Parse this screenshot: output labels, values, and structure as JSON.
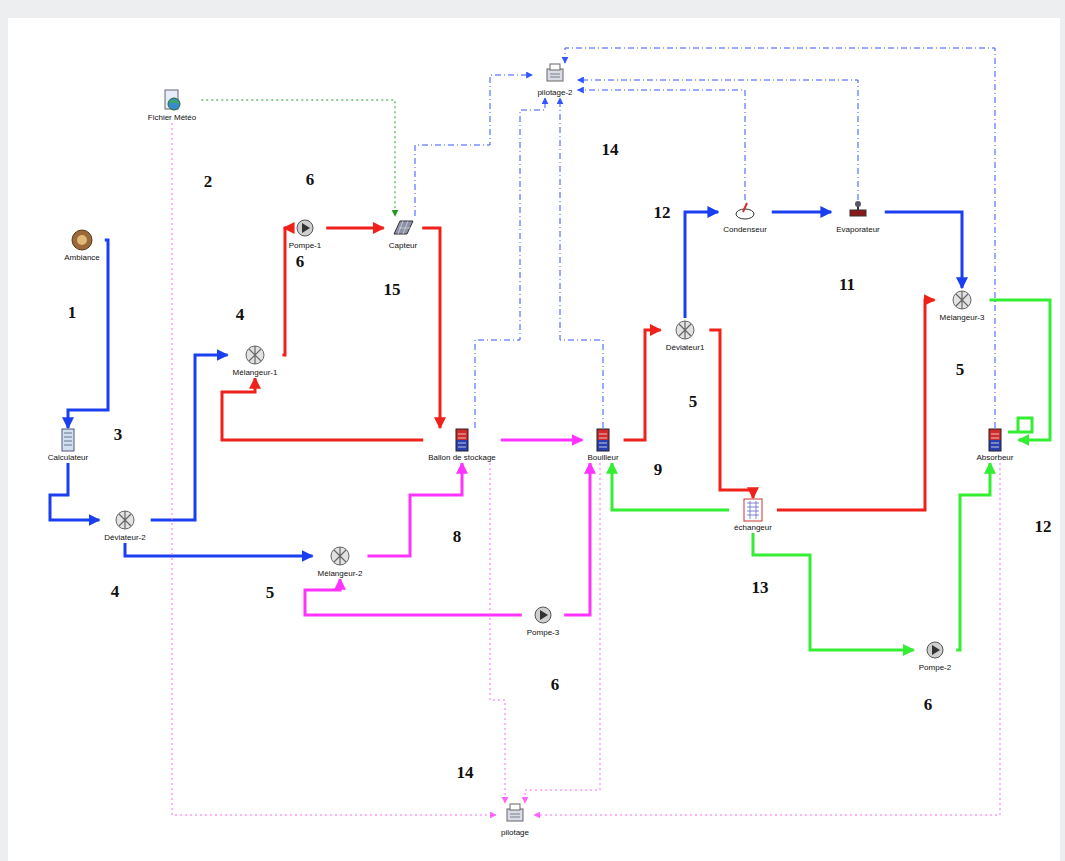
{
  "diagram": {
    "nodes": [
      {
        "text": [
          "Ambiance"
        ]
      },
      {
        "text": [
          "Fichier Météo"
        ]
      },
      {
        "text": [
          "Calculateur"
        ]
      },
      {
        "text": [
          "Déviateur-2"
        ]
      },
      {
        "text": [
          "Mélangeur-1"
        ]
      },
      {
        "text": [
          "Pompe-1"
        ]
      },
      {
        "text": [
          "Capteur"
        ]
      },
      {
        "text": [
          "Ballon de stockage"
        ]
      },
      {
        "text": [
          "Mélangeur-2"
        ]
      },
      {
        "text": [
          "Pompe-3"
        ]
      },
      {
        "text": [
          "Bouilleur"
        ]
      },
      {
        "text": [
          "Déviateur1"
        ]
      },
      {
        "text": [
          "Condenseur"
        ]
      },
      {
        "text": [
          "Evaporateur"
        ]
      },
      {
        "text": [
          "Mélangeur-3"
        ]
      },
      {
        "text": [
          "Absorbeur"
        ]
      },
      {
        "text": [
          "échangeur"
        ]
      },
      {
        "text": [
          "Pompe-2"
        ]
      },
      {
        "text": [
          "pilotage-2"
        ]
      },
      {
        "text": [
          "pilotage"
        ]
      }
    ],
    "edges": [
      {
        "from": 0,
        "to": 2,
        "arrow": "to"
      },
      {
        "from": 2,
        "to": 3,
        "arrow": "to"
      },
      {
        "from": 3,
        "to": 4,
        "arrow": "to"
      },
      {
        "from": 3,
        "to": 8,
        "arrow": "to"
      },
      {
        "from": 4,
        "to": 5,
        "arrow": "to"
      },
      {
        "from": 5,
        "to": 6,
        "arrow": "to"
      },
      {
        "from": 6,
        "to": 7,
        "arrow": "to"
      },
      {
        "from": 7,
        "to": 4,
        "arrow": "to"
      },
      {
        "from": 7,
        "to": 10,
        "arrow": "to"
      },
      {
        "from": 8,
        "to": 7,
        "arrow": "to"
      },
      {
        "from": 9,
        "to": 8,
        "arrow": "to"
      },
      {
        "from": 9,
        "to": 10,
        "arrow": "to"
      },
      {
        "from": 10,
        "to": 11,
        "arrow": "to"
      },
      {
        "from": 11,
        "to": 16,
        "arrow": "to"
      },
      {
        "from": 16,
        "to": 14,
        "arrow": "to"
      },
      {
        "from": 11,
        "to": 12,
        "arrow": "to"
      },
      {
        "from": 12,
        "to": 13,
        "arrow": "to"
      },
      {
        "from": 13,
        "to": 14,
        "arrow": "to"
      },
      {
        "from": 14,
        "to": 15,
        "arrow": "to"
      },
      {
        "from": 16,
        "to": 17,
        "arrow": "to"
      },
      {
        "from": 17,
        "to": 15,
        "arrow": "to"
      },
      {
        "from": 16,
        "to": 10,
        "arrow": "to"
      },
      {
        "from": 6,
        "to": 18,
        "arrow": "to"
      },
      {
        "from": 7,
        "to": 18,
        "arrow": "to"
      },
      {
        "from": 10,
        "to": 18,
        "arrow": "to"
      },
      {
        "from": 12,
        "to": 18,
        "arrow": "to"
      },
      {
        "from": 13,
        "to": 18,
        "arrow": "to"
      },
      {
        "from": 15,
        "to": 18,
        "arrow": "to"
      },
      {
        "from": 1,
        "to": 19,
        "arrow": "to"
      },
      {
        "from": 7,
        "to": 19,
        "arrow": "to"
      },
      {
        "from": 10,
        "to": 19,
        "arrow": "to"
      },
      {
        "from": 15,
        "to": 19,
        "arrow": "to"
      },
      {
        "from": 1,
        "to": 6,
        "arrow": "to"
      }
    ],
    "labels": [
      "1",
      "2",
      "3",
      "4",
      "4",
      "5",
      "5",
      "5",
      "6",
      "6",
      "6",
      "6",
      "8",
      "9",
      "11",
      "12",
      "12",
      "13",
      "14",
      "14",
      "15"
    ]
  }
}
